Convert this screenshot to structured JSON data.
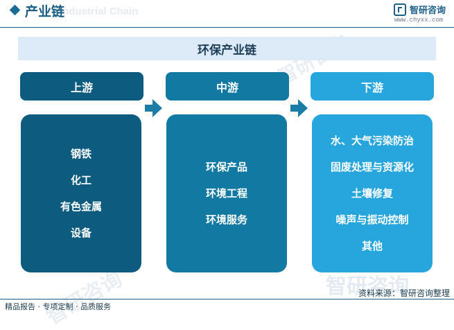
{
  "header": {
    "title": "产业链",
    "subtitle": "Industrial Chain",
    "brand_name": "智研咨询",
    "brand_url": "www.chyxx.com"
  },
  "chain_title": "环保产业链",
  "stages": [
    {
      "label": "上游",
      "items": [
        "钢铁",
        "化工",
        "有色金属",
        "设备"
      ]
    },
    {
      "label": "中游",
      "items": [
        "环保产品",
        "环境工程",
        "环境服务"
      ]
    },
    {
      "label": "下游",
      "items": [
        "水、大气污染防治",
        "固废处理与资源化",
        "土壤修复",
        "噪声与振动控制",
        "其他"
      ]
    }
  ],
  "footer": {
    "left": "精品报告 · 专项定制 · 品质服务",
    "source": "资料来源：智研咨询整理"
  },
  "watermark": "智研咨询",
  "colors": {
    "upstream": "#0d5b7f",
    "midstream": "#127aa2",
    "downstream": "#27a6dd",
    "title_bar": "#dcebf7"
  }
}
